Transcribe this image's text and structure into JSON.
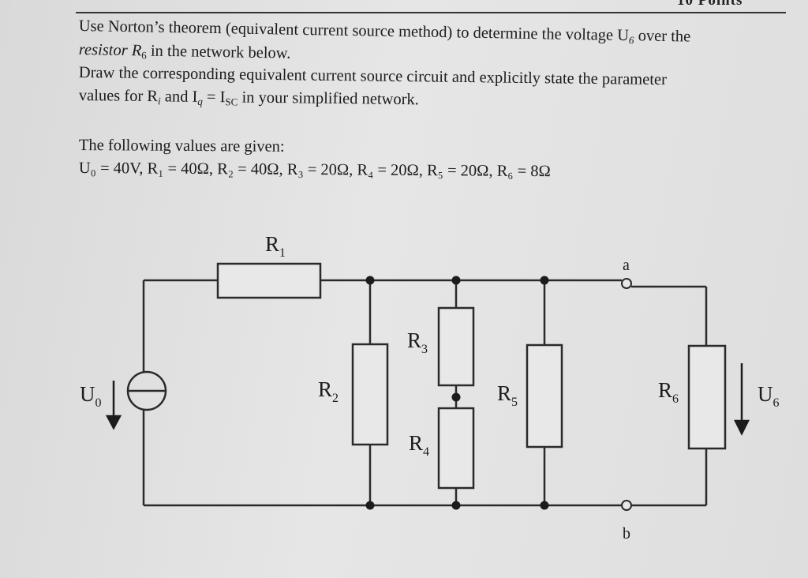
{
  "header": {
    "points": "10 Points"
  },
  "task": {
    "line1": "Use Norton’s theorem (equivalent current source method) to determine the voltage U",
    "line1_sub": "6",
    "line1_end": " over the",
    "line2_a": "resistor R",
    "line2_sub": "6",
    "line2_b": " in the network below.",
    "line3": "Draw the corresponding equivalent current source circuit and explicitly state the parameter",
    "line4_a": "values for R",
    "line4_sub1": "i",
    "line4_b": " and I",
    "line4_sub2": "q",
    "line4_c": " = I",
    "line4_sub3": "SC",
    "line4_d": " in your simplified network."
  },
  "given": {
    "heading": "The following values are given:",
    "values": "U₀ = 40V, R₁ = 40Ω, R₂ = 40Ω, R₃ = 20Ω, R₄ = 20Ω, R₅ = 20Ω, R₆ = 8Ω"
  },
  "circuit": {
    "r1": {
      "main": "R",
      "sub": "1"
    },
    "r2": {
      "main": "R",
      "sub": "2"
    },
    "r3": {
      "main": "R",
      "sub": "3"
    },
    "r4": {
      "main": "R",
      "sub": "4"
    },
    "r5": {
      "main": "R",
      "sub": "5"
    },
    "r6": {
      "main": "R",
      "sub": "6"
    },
    "u0": {
      "main": "U",
      "sub": "0"
    },
    "u6": {
      "main": "U",
      "sub": "6"
    },
    "node_a": "a",
    "node_b": "b"
  }
}
